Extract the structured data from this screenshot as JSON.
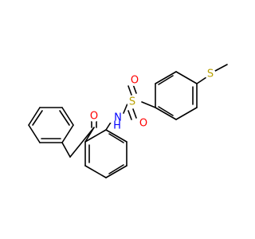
{
  "molecule": {
    "atoms": {
      "sulfonyl_s": {
        "text": "S",
        "color": "#b8a000"
      },
      "sulfonyl_o_top": {
        "text": "O",
        "color": "#ff0000"
      },
      "sulfonyl_o_bottom": {
        "text": "O",
        "color": "#ff0000"
      },
      "thioether_s": {
        "text": "S",
        "color": "#b8a000"
      },
      "nh_n": {
        "text": "N",
        "color": "#0000ff"
      },
      "nh_h": {
        "text": "H",
        "color": "#0000ff"
      },
      "ketone_o": {
        "text": "O",
        "color": "#ff0000"
      }
    },
    "bond_color": "#000000"
  }
}
